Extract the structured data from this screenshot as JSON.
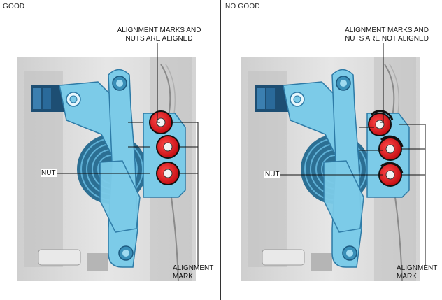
{
  "panels": [
    {
      "label": "GOOD",
      "top_callout": [
        "ALIGNMENT MARKS AND",
        "NUTS ARE ALIGNED"
      ],
      "nut_label": "NUT",
      "bottom_callout": [
        "ALIGNMENT",
        "MARK"
      ]
    },
    {
      "label": "NO GOOD",
      "top_callout": [
        "ALIGNMENT MARKS AND",
        "NUTS ARE NOT ALIGNED"
      ],
      "nut_label": "NUT",
      "bottom_callout": [
        "ALIGNMENT",
        "MARK"
      ]
    }
  ],
  "colors": {
    "bracket": "#7ccbe8",
    "bracket_dark": "#3a8fb8",
    "nut": "#e8141b",
    "background_part": "#dcdcdc"
  }
}
